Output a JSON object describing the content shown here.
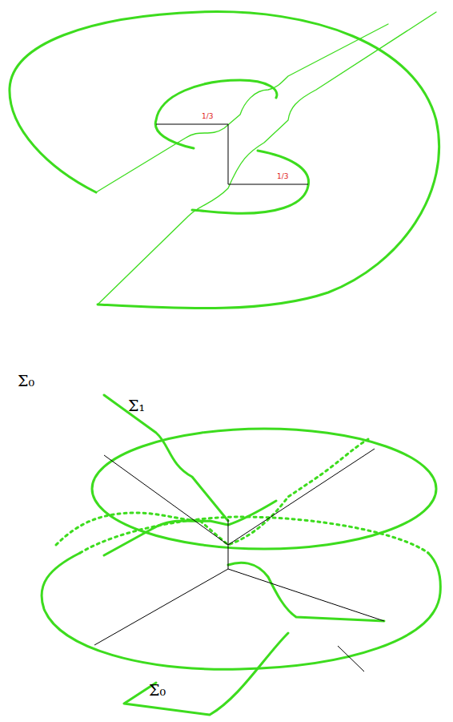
{
  "diagram": {
    "labels": [
      "1/3",
      "1/3",
      "Σ₀",
      "Σ₁",
      "Σ₀"
    ]
  }
}
